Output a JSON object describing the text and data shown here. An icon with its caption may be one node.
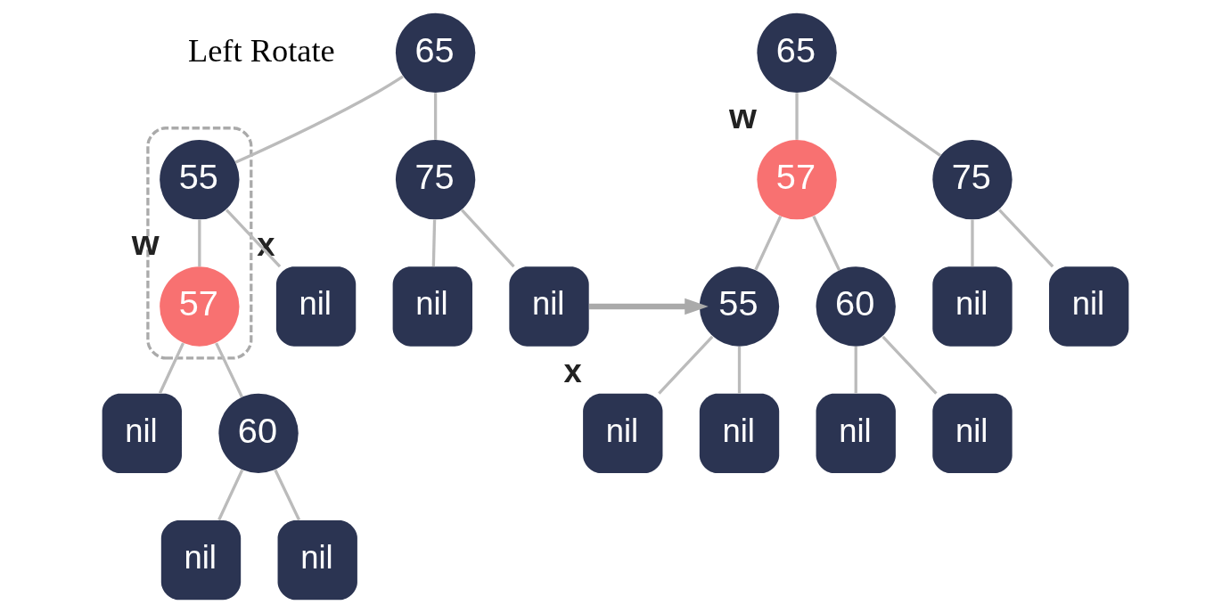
{
  "diagram": {
    "nodes": [
      {
        "text": [
          "65"
        ]
      },
      {
        "text": [],
        "shape": "box"
      },
      {
        "text": [
          "55"
        ],
        "in": 1
      },
      {
        "text": [
          "75"
        ]
      },
      {
        "text": [
          "nil"
        ],
        "beside": [
          "x"
        ]
      },
      {
        "text": [
          "57"
        ],
        "in": 1,
        "beside": [
          "w"
        ]
      },
      {
        "text": [
          "nil"
        ]
      },
      {
        "text": [
          "nil"
        ]
      },
      {
        "text": [
          "nil"
        ]
      },
      {
        "text": [
          "60"
        ]
      },
      {
        "text": [
          "nil"
        ]
      },
      {
        "text": [
          "nil"
        ]
      },
      {
        "text": [
          "65"
        ]
      },
      {
        "text": [
          "57"
        ],
        "beside": [
          "w"
        ]
      },
      {
        "text": [
          "75"
        ]
      },
      {
        "text": [
          "55"
        ]
      },
      {
        "text": [
          "60"
        ]
      },
      {
        "text": [
          "nil"
        ]
      },
      {
        "text": [
          "nil"
        ]
      },
      {
        "text": [
          "nil"
        ],
        "beside": [
          "x"
        ]
      },
      {
        "text": [
          "nil"
        ]
      },
      {
        "text": [
          "nil"
        ]
      },
      {
        "text": [
          "nil"
        ]
      }
    ],
    "edges": [
      {
        "from": 0,
        "to": 2,
        "arrow": "none"
      },
      {
        "from": 0,
        "to": 3,
        "arrow": "none"
      },
      {
        "from": 2,
        "to": 4,
        "arrow": "none"
      },
      {
        "from": 2,
        "to": 5,
        "arrow": "none"
      },
      {
        "from": 3,
        "to": 6,
        "arrow": "none"
      },
      {
        "from": 3,
        "to": 7,
        "arrow": "none"
      },
      {
        "from": 5,
        "to": 8,
        "arrow": "none"
      },
      {
        "from": 5,
        "to": 9,
        "arrow": "none"
      },
      {
        "from": 9,
        "to": 10,
        "arrow": "none"
      },
      {
        "from": 9,
        "to": 11,
        "arrow": "none"
      },
      {
        "from": 12,
        "to": 13,
        "arrow": "none"
      },
      {
        "from": 12,
        "to": 14,
        "arrow": "none"
      },
      {
        "from": 13,
        "to": 15,
        "arrow": "none"
      },
      {
        "from": 13,
        "to": 16,
        "arrow": "none"
      },
      {
        "from": 14,
        "to": 17,
        "arrow": "none"
      },
      {
        "from": 14,
        "to": 18,
        "arrow": "none"
      },
      {
        "from": 15,
        "to": 19,
        "arrow": "none"
      },
      {
        "from": 15,
        "to": 20,
        "arrow": "none"
      },
      {
        "from": 16,
        "to": 21,
        "arrow": "none"
      },
      {
        "from": 16,
        "to": 22,
        "arrow": "none"
      },
      {
        "from": 7,
        "to": 15,
        "arrow": "to",
        "style": "thick",
        "color": "#aaaaaa"
      }
    ],
    "labels": [
      "Left Rotate"
    ]
  }
}
